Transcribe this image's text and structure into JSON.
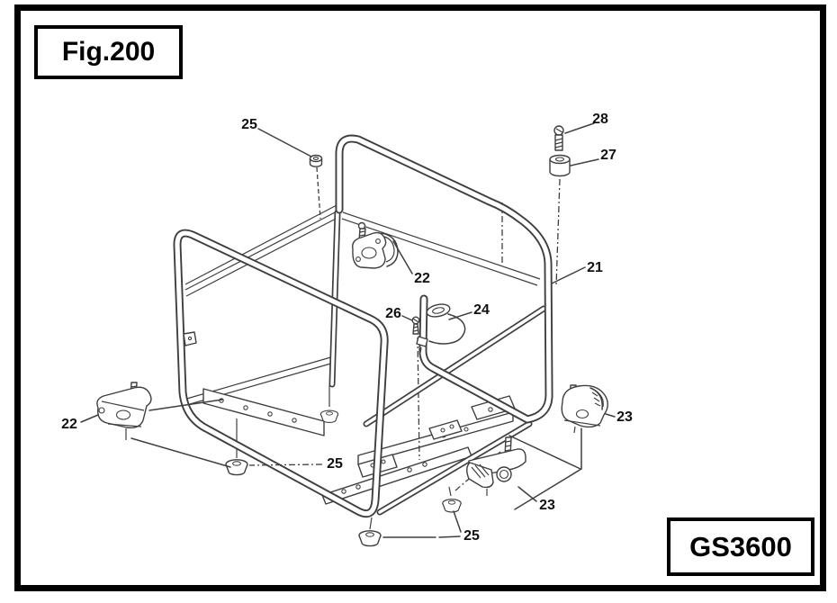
{
  "figure": {
    "label": "Fig.200"
  },
  "model": {
    "label": "GS3600"
  },
  "colors": {
    "line": "#3f3f3f",
    "background": "#ffffff",
    "border": "#000000"
  },
  "callouts": [
    {
      "id": "25-top",
      "text": "25"
    },
    {
      "id": "28",
      "text": "28"
    },
    {
      "id": "27",
      "text": "27"
    },
    {
      "id": "21",
      "text": "21"
    },
    {
      "id": "22-upper",
      "text": "22"
    },
    {
      "id": "26",
      "text": "26"
    },
    {
      "id": "24",
      "text": "24"
    },
    {
      "id": "22-left",
      "text": "22"
    },
    {
      "id": "23-right",
      "text": "23"
    },
    {
      "id": "23-lower",
      "text": "23"
    },
    {
      "id": "25-middle",
      "text": "25"
    },
    {
      "id": "25-bottom",
      "text": "25"
    }
  ]
}
